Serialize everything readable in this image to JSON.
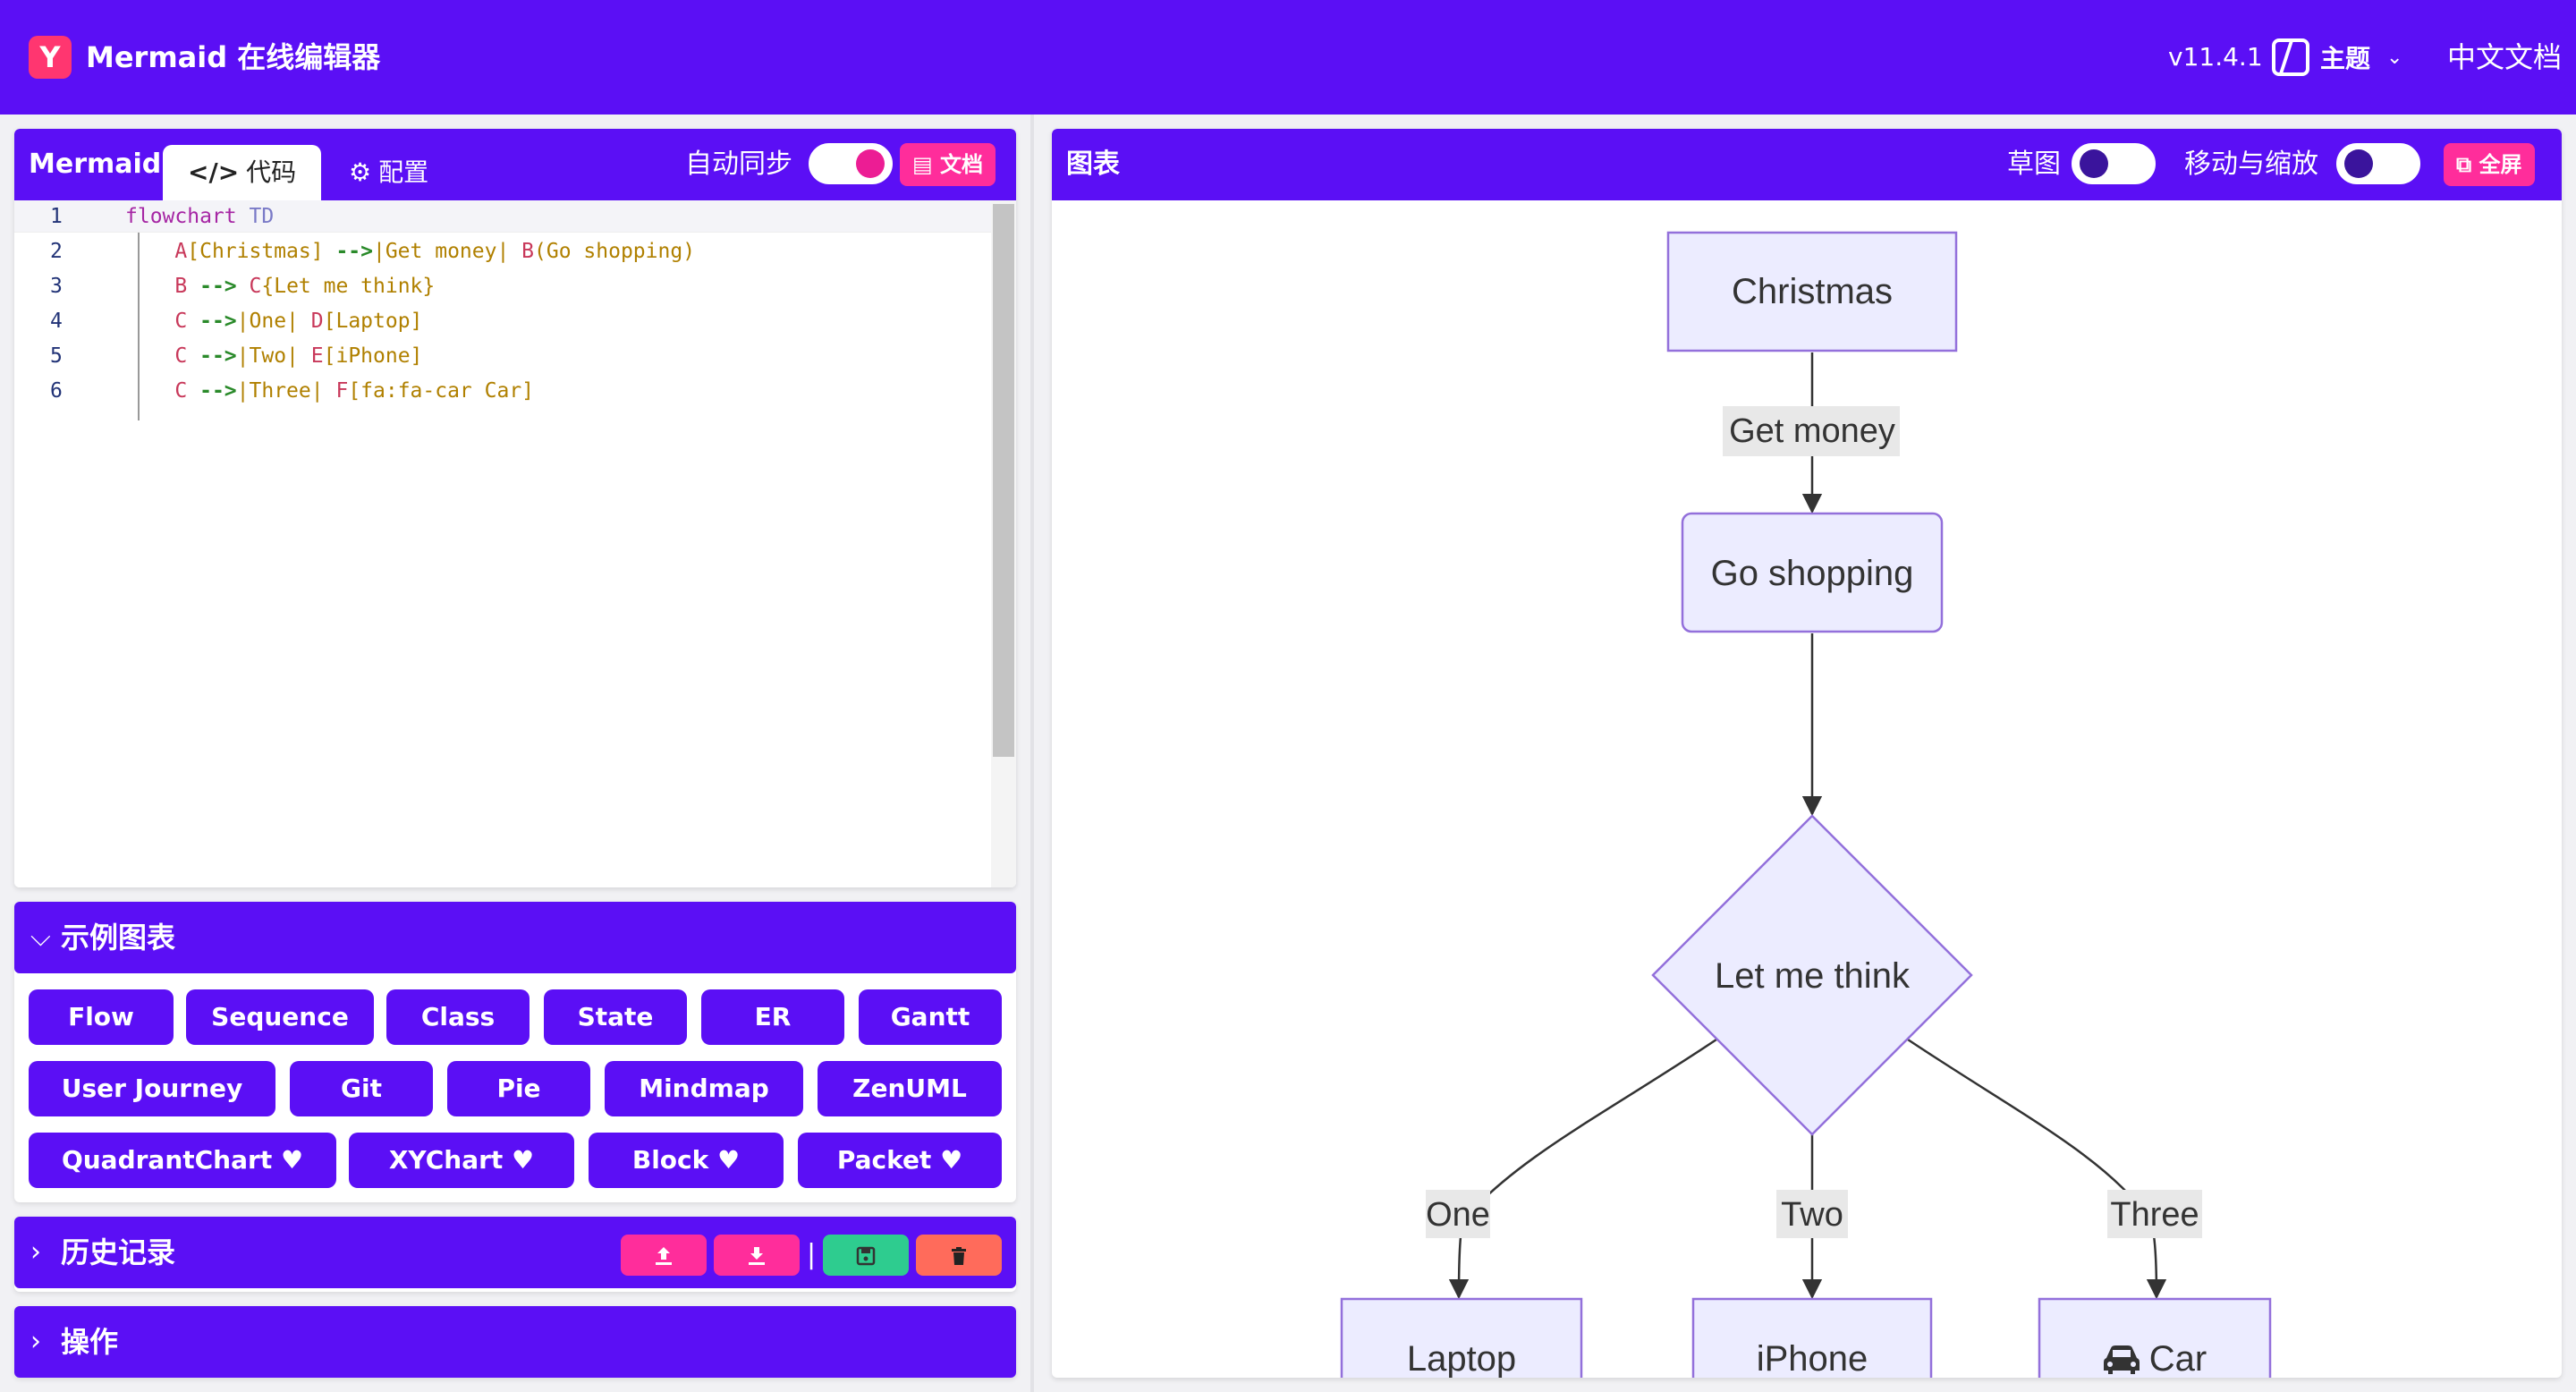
{
  "header": {
    "logo_glyph": "Y",
    "title": "Mermaid 在线编辑器",
    "version": "v11.4.1",
    "theme_label": "主题",
    "docs_label": "中文文档"
  },
  "editor": {
    "title": "Mermaid",
    "tab_code_icon": "</>",
    "tab_code": "代码",
    "tab_config_icon": "⚙",
    "tab_config": "配置",
    "autosync_label": "自动同步",
    "autosync_on": true,
    "docs_button": "文档",
    "lines": [
      {
        "n": "1",
        "code": "flowchart TD"
      },
      {
        "n": "2",
        "code": "    A[Christmas] -->|Get money| B(Go shopping)"
      },
      {
        "n": "3",
        "code": "    B --> C{Let me think}"
      },
      {
        "n": "4",
        "code": "    C -->|One| D[Laptop]"
      },
      {
        "n": "5",
        "code": "    C -->|Two| E[iPhone]"
      },
      {
        "n": "6",
        "code": "    C -->|Three| F[fa:fa-car Car]"
      }
    ]
  },
  "examples": {
    "title": "示例图表",
    "buttons": [
      "Flow",
      "Sequence",
      "Class",
      "State",
      "ER",
      "Gantt",
      "User Journey",
      "Git",
      "Pie",
      "Mindmap",
      "ZenUML",
      "QuadrantChart",
      "XYChart",
      "Block",
      "Packet"
    ],
    "heart": "♥"
  },
  "history": {
    "title": "历史记录",
    "icons": [
      "upload-icon",
      "download-icon",
      "save-icon",
      "trash-icon"
    ],
    "separator": "|"
  },
  "actions": {
    "title": "操作"
  },
  "diagram": {
    "title": "图表",
    "sketch_label": "草图",
    "sketch_on": false,
    "panzoom_label": "移动与缩放",
    "panzoom_on": false,
    "fullscreen_button": "全屏",
    "nodes": {
      "christmas": "Christmas",
      "shopping": "Go shopping",
      "think": "Let me think",
      "laptop": "Laptop",
      "iphone": "iPhone",
      "car": "Car"
    },
    "edges": {
      "get_money": "Get money",
      "one": "One",
      "two": "Two",
      "three": "Three"
    }
  },
  "colors": {
    "brand": "#5b0ff5",
    "pink": "#ff2d9b",
    "green": "#2ecc8f",
    "red": "#ff6b5b",
    "node_fill": "#ECECFF",
    "node_stroke": "#9370DB"
  }
}
